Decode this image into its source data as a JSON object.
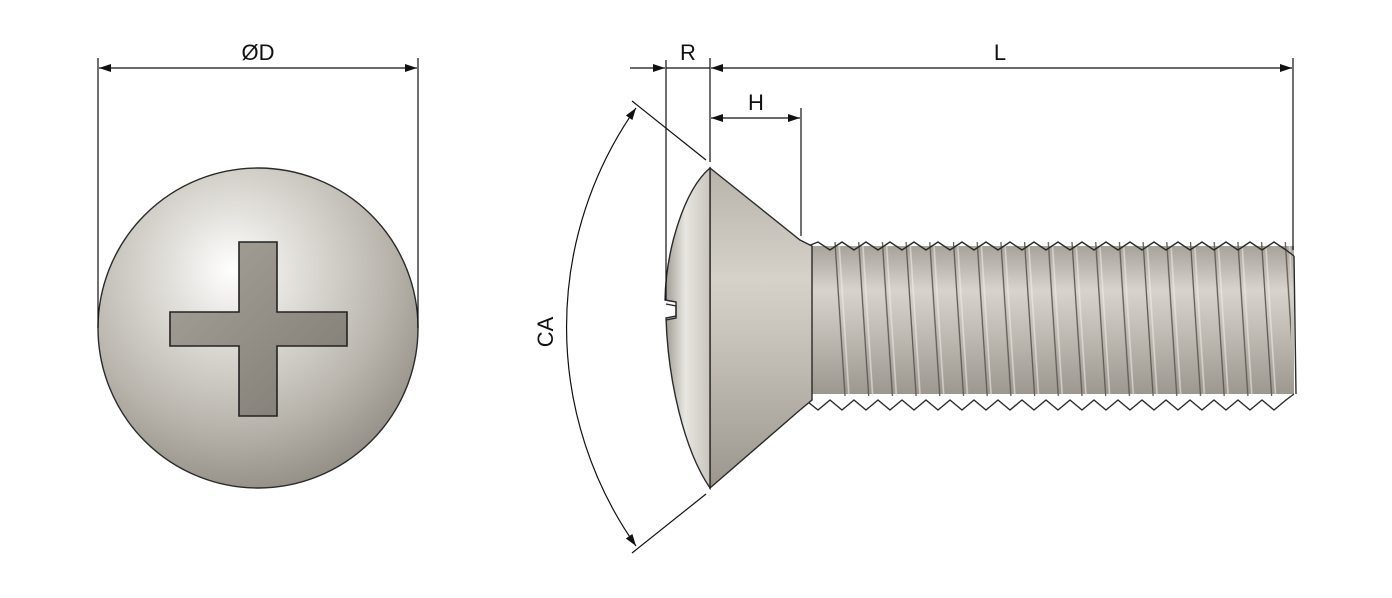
{
  "diagram": {
    "labels": {
      "diameter": "ØD",
      "head_height": "R",
      "length": "L",
      "countersink_height": "H",
      "countersink_angle": "CA"
    },
    "colors": {
      "metal_light": "#f4f3f0",
      "metal_mid": "#bcb8b0",
      "metal_dark": "#8a867e",
      "recess": "#8f8a82",
      "line": "#111111"
    }
  }
}
